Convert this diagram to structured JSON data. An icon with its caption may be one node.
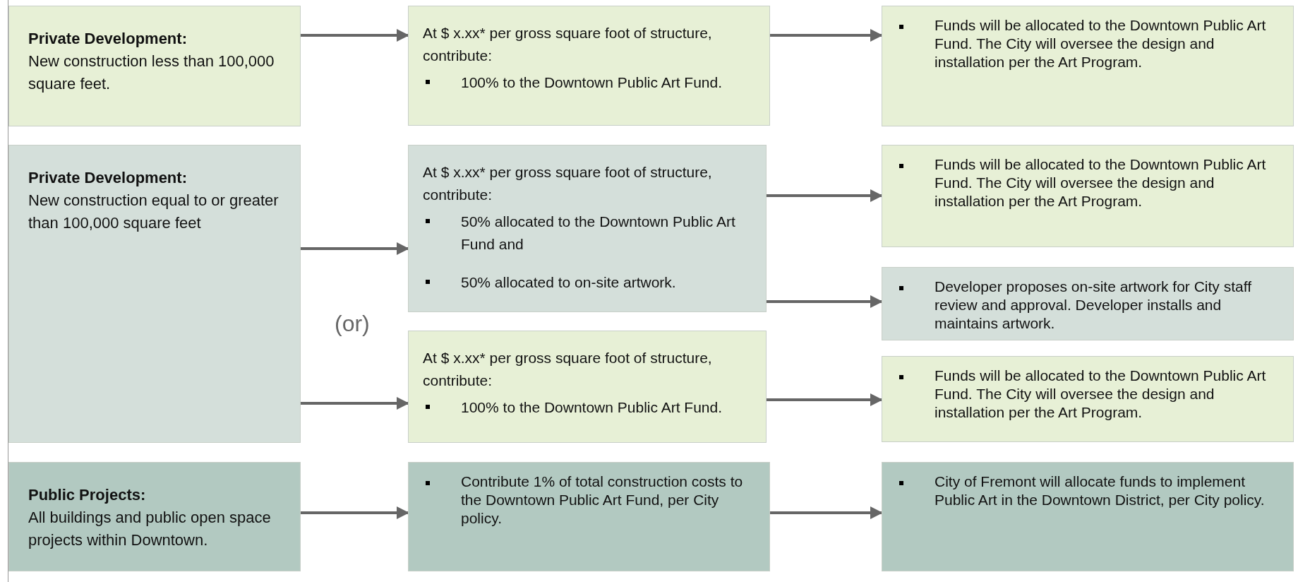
{
  "diagram": {
    "nodes": [
      {
        "text": [
          "Private Development:",
          "New construction less than 100,000 square feet."
        ]
      },
      {
        "text": [
          "At $ x.xx* per gross square foot of structure, contribute:",
          "100% to the Downtown Public Art Fund."
        ]
      },
      {
        "text": [
          "Funds will be allocated to the Downtown Public Art Fund. The City will oversee the design and installation per the Art Program."
        ]
      },
      {
        "text": [
          "Private Development:",
          "New construction equal to or greater than 100,000 square feet"
        ]
      },
      {
        "text": [
          "At $ x.xx* per gross square foot of structure, contribute:",
          "50% allocated to the Downtown Public Art Fund and",
          "50% allocated to on-site artwork."
        ]
      },
      {
        "text": [
          "At $ x.xx* per gross square foot of structure, contribute:",
          "100% to the Downtown Public Art Fund."
        ]
      },
      {
        "text": [
          "Funds will be allocated to the Downtown Public Art Fund. The City will oversee the design and installation per the Art Program."
        ]
      },
      {
        "text": [
          "Developer proposes on-site artwork for City staff review and approval. Developer installs and maintains artwork."
        ]
      },
      {
        "text": [
          "Funds will be allocated to the Downtown Public Art Fund. The City will oversee the design and installation per the Art Program."
        ]
      },
      {
        "text": [
          "Public Projects:",
          "All buildings and public open space projects within Downtown."
        ]
      },
      {
        "text": [
          "Contribute 1% of total construction costs to the Downtown Public Art Fund, per City policy."
        ]
      },
      {
        "text": [
          "City of Fremont will allocate funds to implement Public Art in the Downtown District, per City policy."
        ]
      }
    ],
    "edges": [
      {
        "from": 0,
        "to": 1,
        "arrow": "to"
      },
      {
        "from": 1,
        "to": 2,
        "arrow": "to"
      },
      {
        "from": 3,
        "to": 4,
        "arrow": "to"
      },
      {
        "from": 3,
        "to": 5,
        "arrow": "to"
      },
      {
        "from": 4,
        "to": 6,
        "arrow": "to"
      },
      {
        "from": 4,
        "to": 7,
        "arrow": "to"
      },
      {
        "from": 5,
        "to": 8,
        "arrow": "to"
      },
      {
        "from": 9,
        "to": 10,
        "arrow": "to"
      },
      {
        "from": 10,
        "to": 11,
        "arrow": "to"
      }
    ],
    "labels": [
      "(or)"
    ]
  }
}
